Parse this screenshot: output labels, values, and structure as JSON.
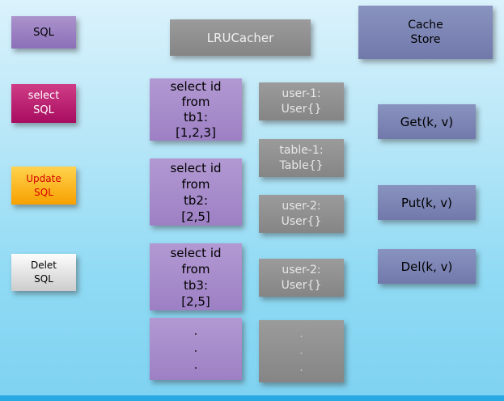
{
  "diagram": {
    "sql_box": {
      "label": "SQL"
    },
    "lrucacher_box": {
      "label": "LRUCacher"
    },
    "cache_store_box": {
      "lines": [
        "Cache",
        "Store"
      ]
    },
    "select_sql_box": {
      "lines": [
        "select",
        "SQL"
      ]
    },
    "update_sql_box": {
      "lines": [
        "Update",
        "SQL"
      ]
    },
    "delete_sql_box": {
      "lines": [
        "Delet",
        "SQL"
      ]
    },
    "query1_box": {
      "lines": [
        "select id",
        "from",
        "tb1:",
        "[1,2,3]"
      ]
    },
    "query2_box": {
      "lines": [
        "select id",
        "from",
        "tb2:",
        "[2,5]"
      ]
    },
    "query3_box": {
      "lines": [
        "select id",
        "from",
        "tb3:",
        "[2,5]"
      ]
    },
    "cache_entry1": {
      "lines": [
        "user-1:",
        "User{}"
      ]
    },
    "cache_entry2": {
      "lines": [
        "table-1:",
        "Table{}"
      ]
    },
    "cache_entry3": {
      "lines": [
        "user-2:",
        "User{}"
      ]
    },
    "cache_entry4": {
      "lines": [
        "user-2:",
        "User{}"
      ]
    },
    "get_box": {
      "label": "Get(k, v)"
    },
    "put_box": {
      "label": "Put(k, v)"
    },
    "del_box": {
      "label": "Del(k, v)"
    },
    "query_ellipsis": {
      "dots": [
        ".",
        ".",
        "."
      ]
    },
    "cache_ellipsis": {
      "dots": [
        ".",
        ".",
        "."
      ]
    },
    "colors": {
      "background_top": "#daf2fc",
      "background_bottom": "#7ed2f1",
      "purple": "#9b7fc0",
      "magenta": "#b81d70",
      "orange": "#fbb825",
      "gray": "#8f8f8f",
      "slate_blue": "#7d86b5",
      "bottom_strip_blue": "#29a9e1",
      "update_text_red": "#d40000"
    }
  }
}
